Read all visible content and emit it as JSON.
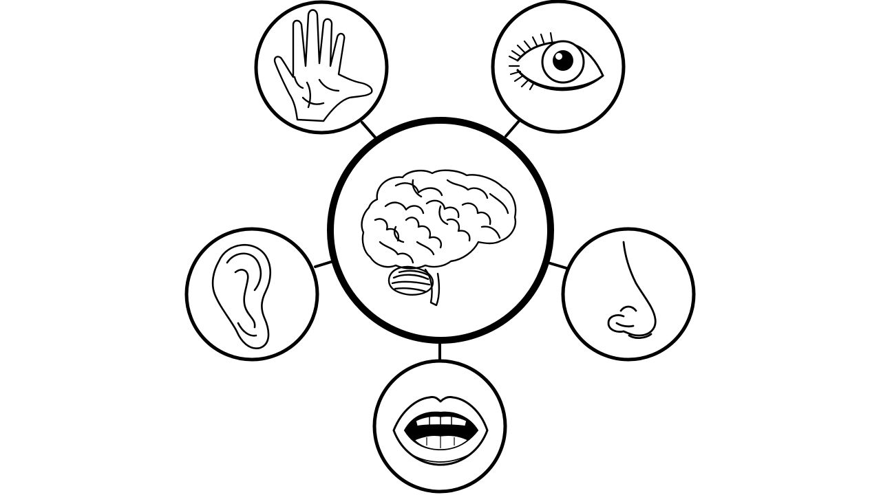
{
  "diagram": {
    "center": {
      "icon": "brain-icon"
    },
    "senses": [
      {
        "id": "touch",
        "icon": "hand-icon"
      },
      {
        "id": "sight",
        "icon": "eye-icon"
      },
      {
        "id": "hearing",
        "icon": "ear-icon"
      },
      {
        "id": "smell",
        "icon": "nose-icon"
      },
      {
        "id": "taste",
        "icon": "mouth-icon"
      }
    ],
    "colors": {
      "ink": "#000000",
      "background": "#ffffff"
    }
  }
}
